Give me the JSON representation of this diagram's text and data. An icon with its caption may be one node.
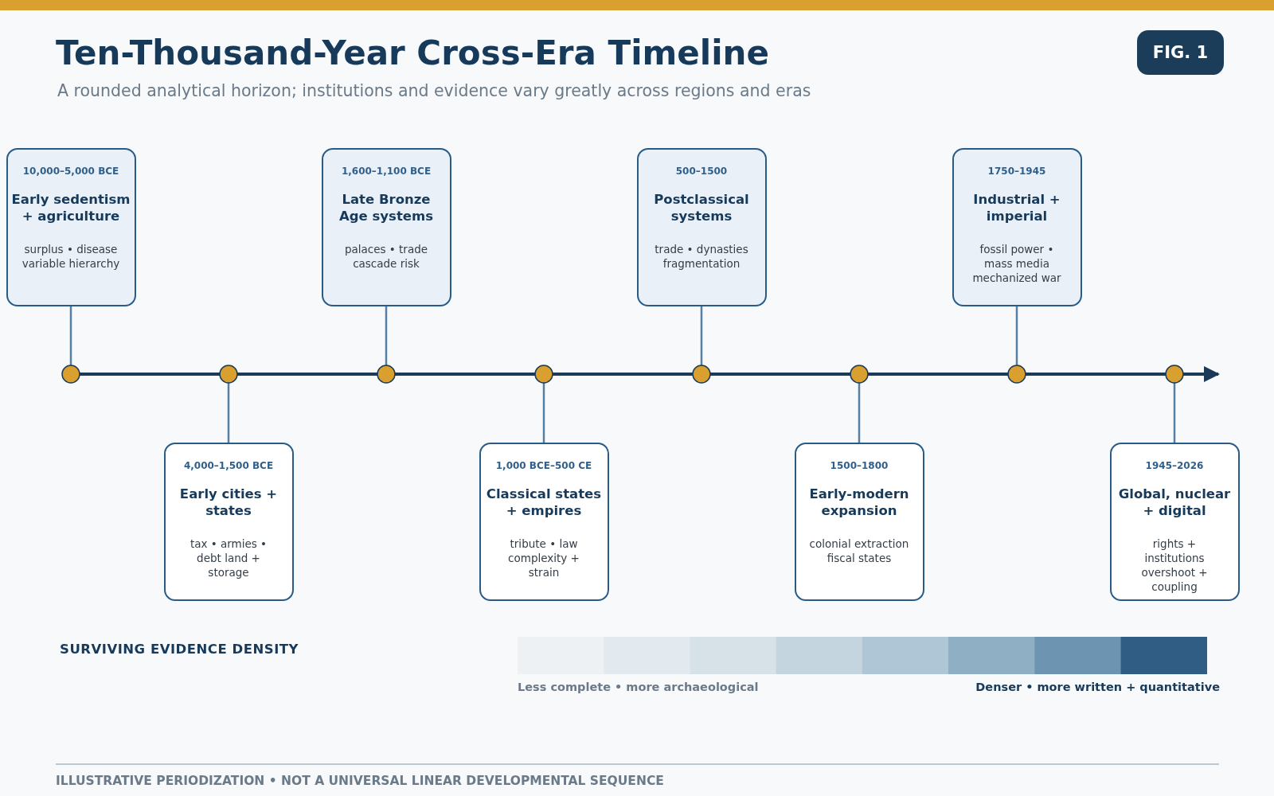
{
  "diagram": {
    "title": "Ten-Thousand-Year Cross-Era Timeline",
    "nodes": [
      {
        "text": [
          "10,000–5,000 BCE",
          "Early sedentism + agriculture",
          "surplus • disease variable hierarchy"
        ]
      },
      {
        "text": [
          "4,000–1,500 BCE",
          "Early cities + states",
          "tax • armies • debt land + storage"
        ]
      },
      {
        "text": [
          "1,600–1,100 BCE",
          "Late Bronze Age systems",
          "palaces • trade cascade risk"
        ]
      },
      {
        "text": [
          "1,000 BCE–500 CE",
          "Classical states + empires",
          "tribute • law complexity + strain"
        ]
      },
      {
        "text": [
          "500–1500",
          "Postclassical systems",
          "trade • dynasties fragmentation"
        ]
      },
      {
        "text": [
          "1500–1800",
          "Early-modern expansion",
          "colonial extraction fiscal states"
        ]
      },
      {
        "text": [
          "1750–1945",
          "Industrial + imperial",
          "fossil power • mass media mechanized war"
        ]
      },
      {
        "text": [
          "1945–2026",
          "Global, nuclear + digital",
          "rights + institutions overshoot + coupling"
        ]
      },
      {
        "text": [],
        "shape": "circle"
      },
      {
        "text": [],
        "shape": "circle"
      },
      {
        "text": [],
        "shape": "circle"
      },
      {
        "text": [],
        "shape": "circle"
      },
      {
        "text": [],
        "shape": "circle"
      },
      {
        "text": [],
        "shape": "circle"
      },
      {
        "text": [],
        "shape": "circle"
      },
      {
        "text": [],
        "shape": "circle"
      }
    ],
    "edges": [
      {
        "from": 0,
        "to": 8,
        "arrow": "none"
      },
      {
        "from": 1,
        "to": 9,
        "arrow": "none"
      },
      {
        "from": 2,
        "to": 10,
        "arrow": "none"
      },
      {
        "from": 3,
        "to": 11,
        "arrow": "none"
      },
      {
        "from": 4,
        "to": 12,
        "arrow": "none"
      },
      {
        "from": 5,
        "to": 13,
        "arrow": "none"
      },
      {
        "from": 6,
        "to": 14,
        "arrow": "none"
      },
      {
        "from": 7,
        "to": 15,
        "arrow": "none"
      }
    ],
    "labels": [
      "FIG. 1",
      "A rounded analytical horizon; institutions and evidence vary greatly across regions and eras",
      "SURVIVING EVIDENCE DENSITY",
      "Less complete • more archaeological",
      "Denser • more written + quantitative",
      "ILLUSTRATIVE PERIODIZATION • NOT A UNIVERSAL LINEAR DEVELOPMENTAL SEQUENCE"
    ]
  }
}
